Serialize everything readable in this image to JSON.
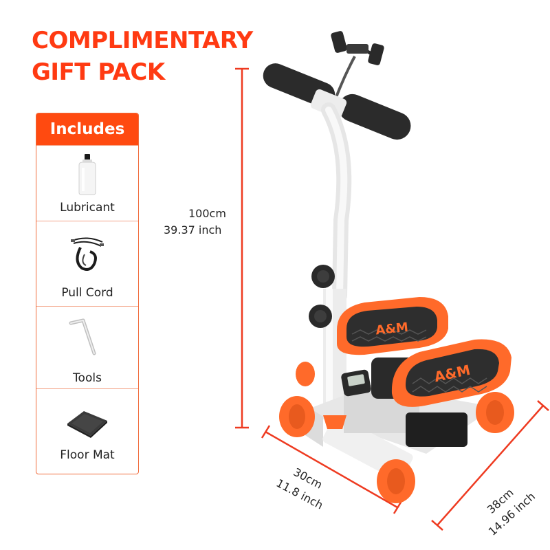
{
  "headline": {
    "line1": "COMPLIMENTARY",
    "line2": "GIFT PACK"
  },
  "includes": {
    "title": "Includes",
    "items": [
      {
        "label": "Lubricant",
        "icon": "lubricant-bottle-icon"
      },
      {
        "label": "Pull Cord",
        "icon": "pull-cord-icon"
      },
      {
        "label": "Tools",
        "icon": "hex-key-icon"
      },
      {
        "label": "Floor Mat",
        "icon": "floor-mat-icon"
      }
    ]
  },
  "dimensions": {
    "height_cm": "100cm",
    "height_in": "39.37 inch",
    "width_cm": "30cm",
    "width_in": "11.8 inch",
    "length_cm": "38cm",
    "length_in": "14.96 inch"
  },
  "product": {
    "pedal_logo": "A&M"
  },
  "colors": {
    "accent": "#ff4a10",
    "headline": "#ff3a12",
    "dimension_line": "#ee3a20",
    "frame": "#f2f2f2",
    "pedal": "#ff6a2a",
    "dark": "#2a2a2a"
  }
}
